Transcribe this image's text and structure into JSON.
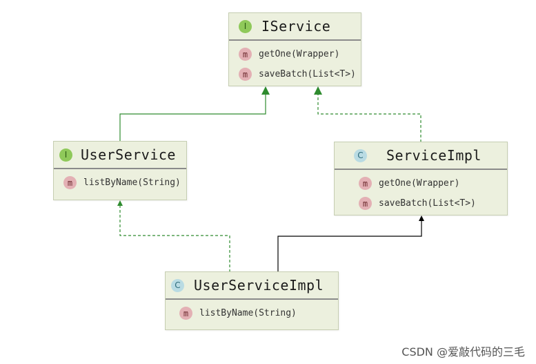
{
  "nodes": {
    "iservice": {
      "kind_badge": "I",
      "name": "IService",
      "members": [
        {
          "badge": "m",
          "signature": "getOne(Wrapper)"
        },
        {
          "badge": "m",
          "signature": "saveBatch(List<T>)"
        }
      ]
    },
    "userservice": {
      "kind_badge": "I",
      "name": "UserService",
      "members": [
        {
          "badge": "m",
          "signature": "listByName(String)"
        }
      ]
    },
    "serviceimpl": {
      "kind_badge": "C",
      "name": "ServiceImpl",
      "members": [
        {
          "badge": "m",
          "signature": "getOne(Wrapper)"
        },
        {
          "badge": "m",
          "signature": "saveBatch(List<T>)"
        }
      ]
    },
    "userserviceimpl": {
      "kind_badge": "C",
      "name": "UserServiceImpl",
      "members": [
        {
          "badge": "m",
          "signature": "listByName(String)"
        }
      ]
    }
  },
  "edges": [
    {
      "from": "UserService",
      "to": "IService",
      "type": "extends",
      "style": "solid",
      "color": "#2e8b2e"
    },
    {
      "from": "ServiceImpl",
      "to": "IService",
      "type": "implements",
      "style": "dashed",
      "color": "#2e8b2e"
    },
    {
      "from": "UserServiceImpl",
      "to": "UserService",
      "type": "implements",
      "style": "dashed",
      "color": "#2e8b2e"
    },
    {
      "from": "UserServiceImpl",
      "to": "ServiceImpl",
      "type": "extends",
      "style": "solid",
      "color": "#000000"
    }
  ],
  "colors": {
    "box_fill": "#ecf0de",
    "interface_badge": "#8fc95a",
    "class_badge": "#b9dbe3",
    "method_badge": "#e3b0b4",
    "inheritance_green": "#2e8b2e"
  },
  "watermark": "CSDN @爱敲代码的三毛"
}
